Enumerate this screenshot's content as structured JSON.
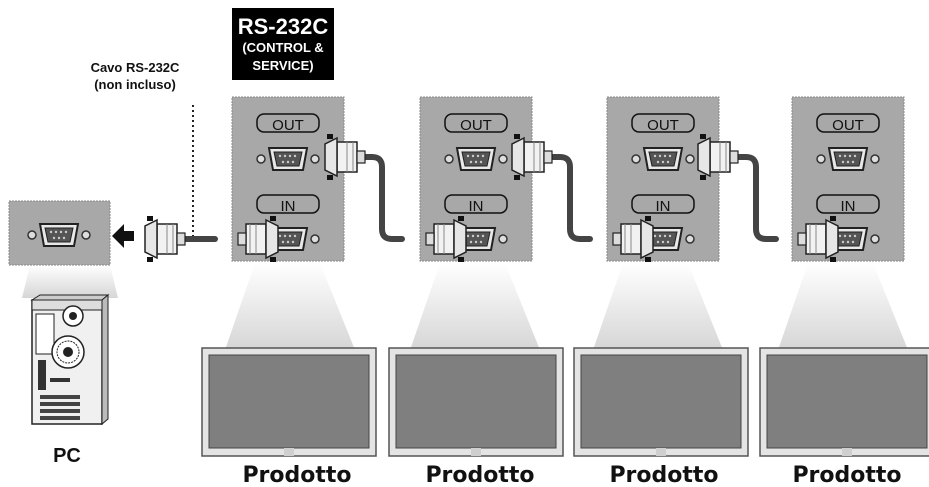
{
  "header": {
    "title": "RS-232C",
    "subtitle_line1": "(CONTROL &",
    "subtitle_line2": "SERVICE)"
  },
  "cable_note": {
    "line1": "Cavo RS-232C",
    "line2": "(non incluso)"
  },
  "pc_label": "PC",
  "port_labels": {
    "out": "OUT",
    "in": "IN"
  },
  "products": [
    {
      "label": "Prodotto"
    },
    {
      "label": "Prodotto"
    },
    {
      "label": "Prodotto"
    },
    {
      "label": "Prodotto"
    }
  ],
  "colors": {
    "panel": "#a8a8a8",
    "screen": "#7f7f7f",
    "bezel": "#d8d8d8",
    "cable": "#444444",
    "header_bg": "#000000"
  }
}
